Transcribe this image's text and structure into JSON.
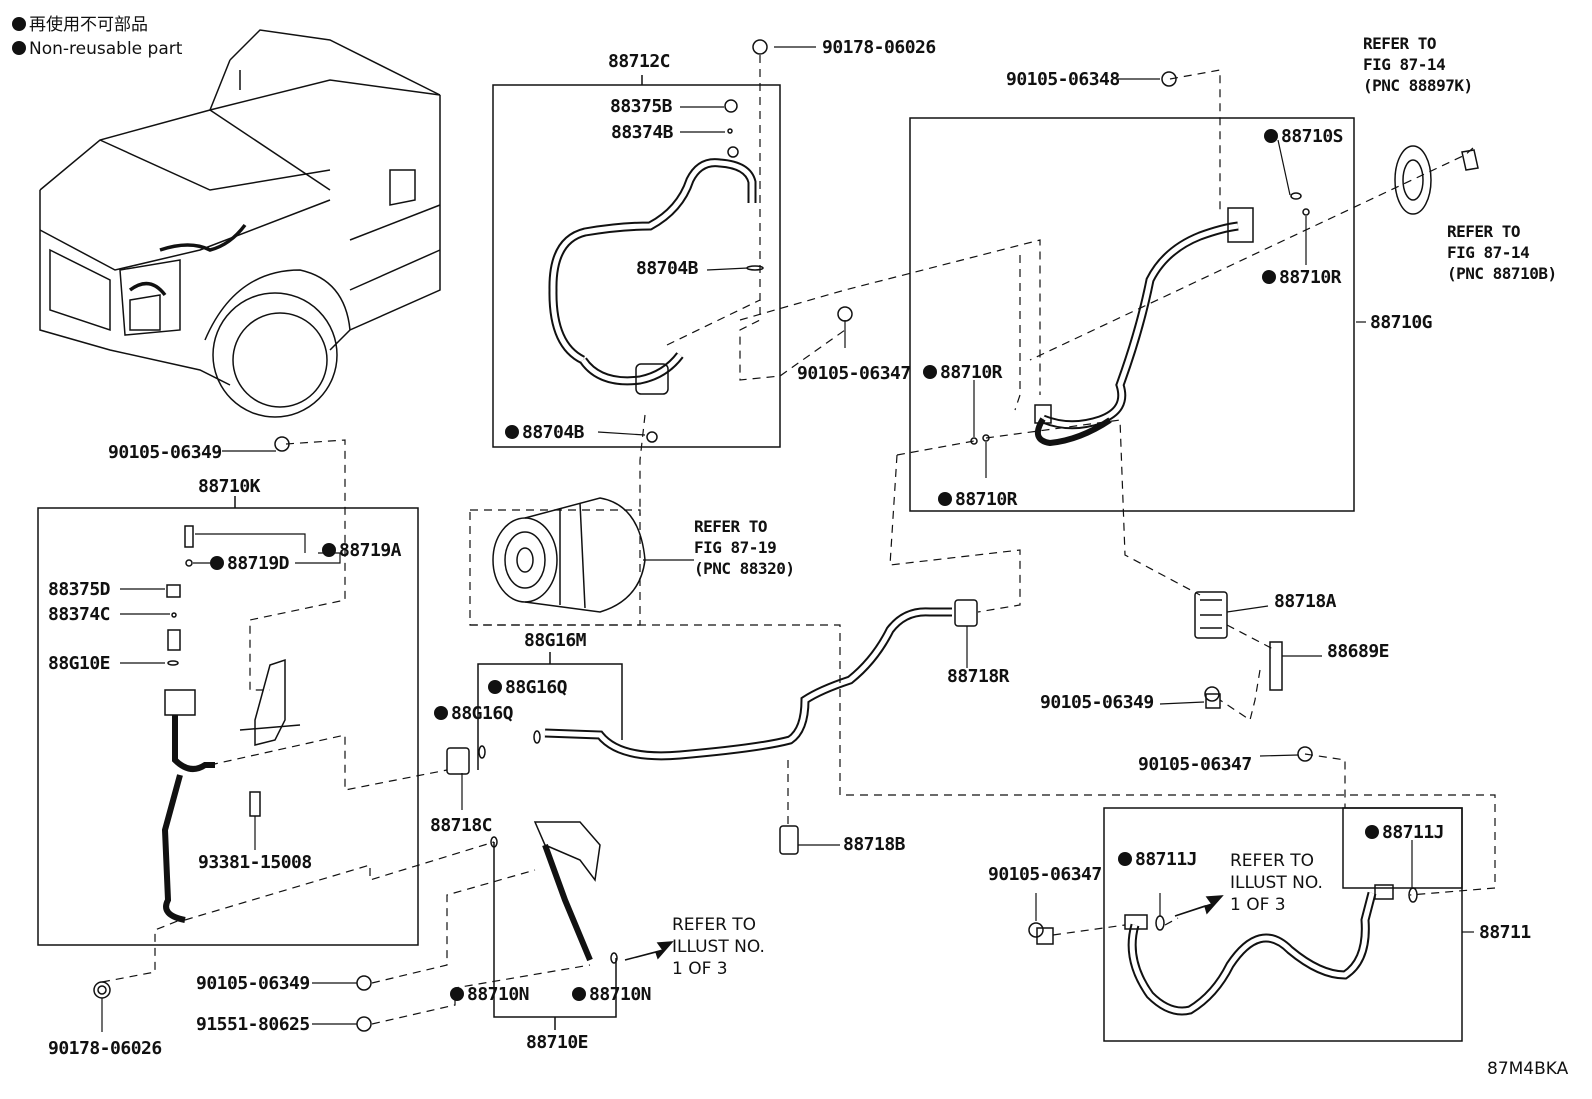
{
  "legend": {
    "jp": "再使用不可部品",
    "en": "Non-reusable part"
  },
  "labels": {
    "p88712C": "88712C",
    "p88375B": "88375B",
    "p88374B": "88374B",
    "p88704B_top": "88704B",
    "p88704B_bot": "88704B",
    "p90178_06026_top": "90178-06026",
    "p90105_06348": "90105-06348",
    "p90105_06347_mid": "90105-06347",
    "p88710S": "88710S",
    "p88710R_a": "88710R",
    "p88710R_b": "88710R",
    "p88710R_c": "88710R",
    "p88710G": "88710G",
    "p90105_06349_left": "90105-06349",
    "p88710K": "88710K",
    "p88719A": "88719A",
    "p88719D": "88719D",
    "p88375D": "88375D",
    "p88374C": "88374C",
    "p88G10E": "88G10E",
    "p93381_15008": "93381-15008",
    "p90178_06026_bot": "90178-06026",
    "p88G16M": "88G16M",
    "p88G16Q_a": "88G16Q",
    "p88G16Q_b": "88G16Q",
    "p88718C": "88718C",
    "p88718R": "88718R",
    "p88718B": "88718B",
    "p88718A": "88718A",
    "p88689E": "88689E",
    "p90105_06349_right": "90105-06349",
    "p90105_06347_right": "90105-06347",
    "p90105_06347_low": "90105-06347",
    "p88711J_a": "88711J",
    "p88711J_b": "88711J",
    "p88711": "88711",
    "p90105_06349_bottom": "90105-06349",
    "p91551_80625": "91551-80625",
    "p88710N_a": "88710N",
    "p88710N_b": "88710N",
    "p88710E": "88710E"
  },
  "refs": {
    "fig8714_k": {
      "l1": "REFER TO",
      "l2": "FIG 87-14",
      "l3": "(PNC 88897K)"
    },
    "fig8714_b": {
      "l1": "REFER TO",
      "l2": "FIG 87-14",
      "l3": "(PNC 88710B)"
    },
    "fig8719": {
      "l1": "REFER TO",
      "l2": "FIG 87-19",
      "l3": "(PNC 88320)"
    },
    "illust1": {
      "l1": "REFER TO",
      "l2": "ILLUST NO.",
      "l3": "1 OF 3"
    },
    "illust2": {
      "l1": "REFER TO",
      "l2": "ILLUST NO.",
      "l3": "1 OF 3"
    }
  },
  "footer_code": "87M4BKA",
  "colors": {
    "line": "#111111",
    "background": "#ffffff"
  }
}
